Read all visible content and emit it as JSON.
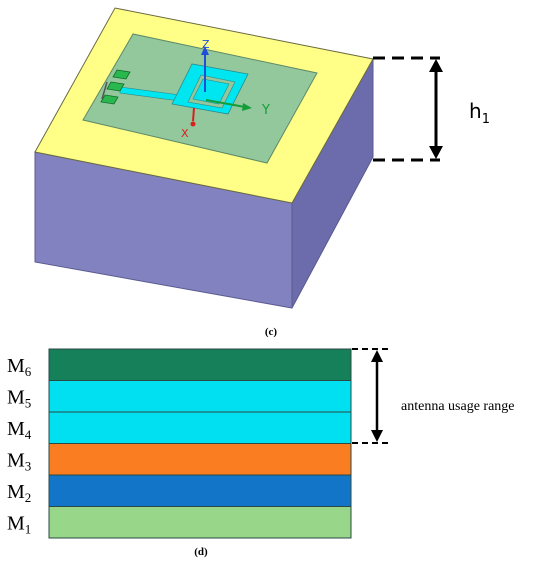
{
  "figure_c": {
    "caption": "(c)",
    "height_label": "h",
    "height_label_sub": "1",
    "axes": {
      "z": "Z",
      "y": "Y",
      "x": "X"
    }
  },
  "figure_d": {
    "caption": "(d)",
    "annotation": "antenna usage range",
    "layers": [
      {
        "label": "M",
        "sub": "6",
        "color": "#16805a"
      },
      {
        "label": "M",
        "sub": "5",
        "color": "#00e0f0"
      },
      {
        "label": "M",
        "sub": "4",
        "color": "#00e0f0"
      },
      {
        "label": "M",
        "sub": "3",
        "color": "#fb7d22"
      },
      {
        "label": "M",
        "sub": "2",
        "color": "#1375c8"
      },
      {
        "label": "M",
        "sub": "1",
        "color": "#98d78a"
      }
    ]
  },
  "colors": {
    "substrate_top": "#ffff88",
    "substrate_front": "#8282c0",
    "substrate_side": "#6a6aa8",
    "ground_plane": "#93c79c",
    "patch": "#00e6f0",
    "port": "#28b84e"
  }
}
